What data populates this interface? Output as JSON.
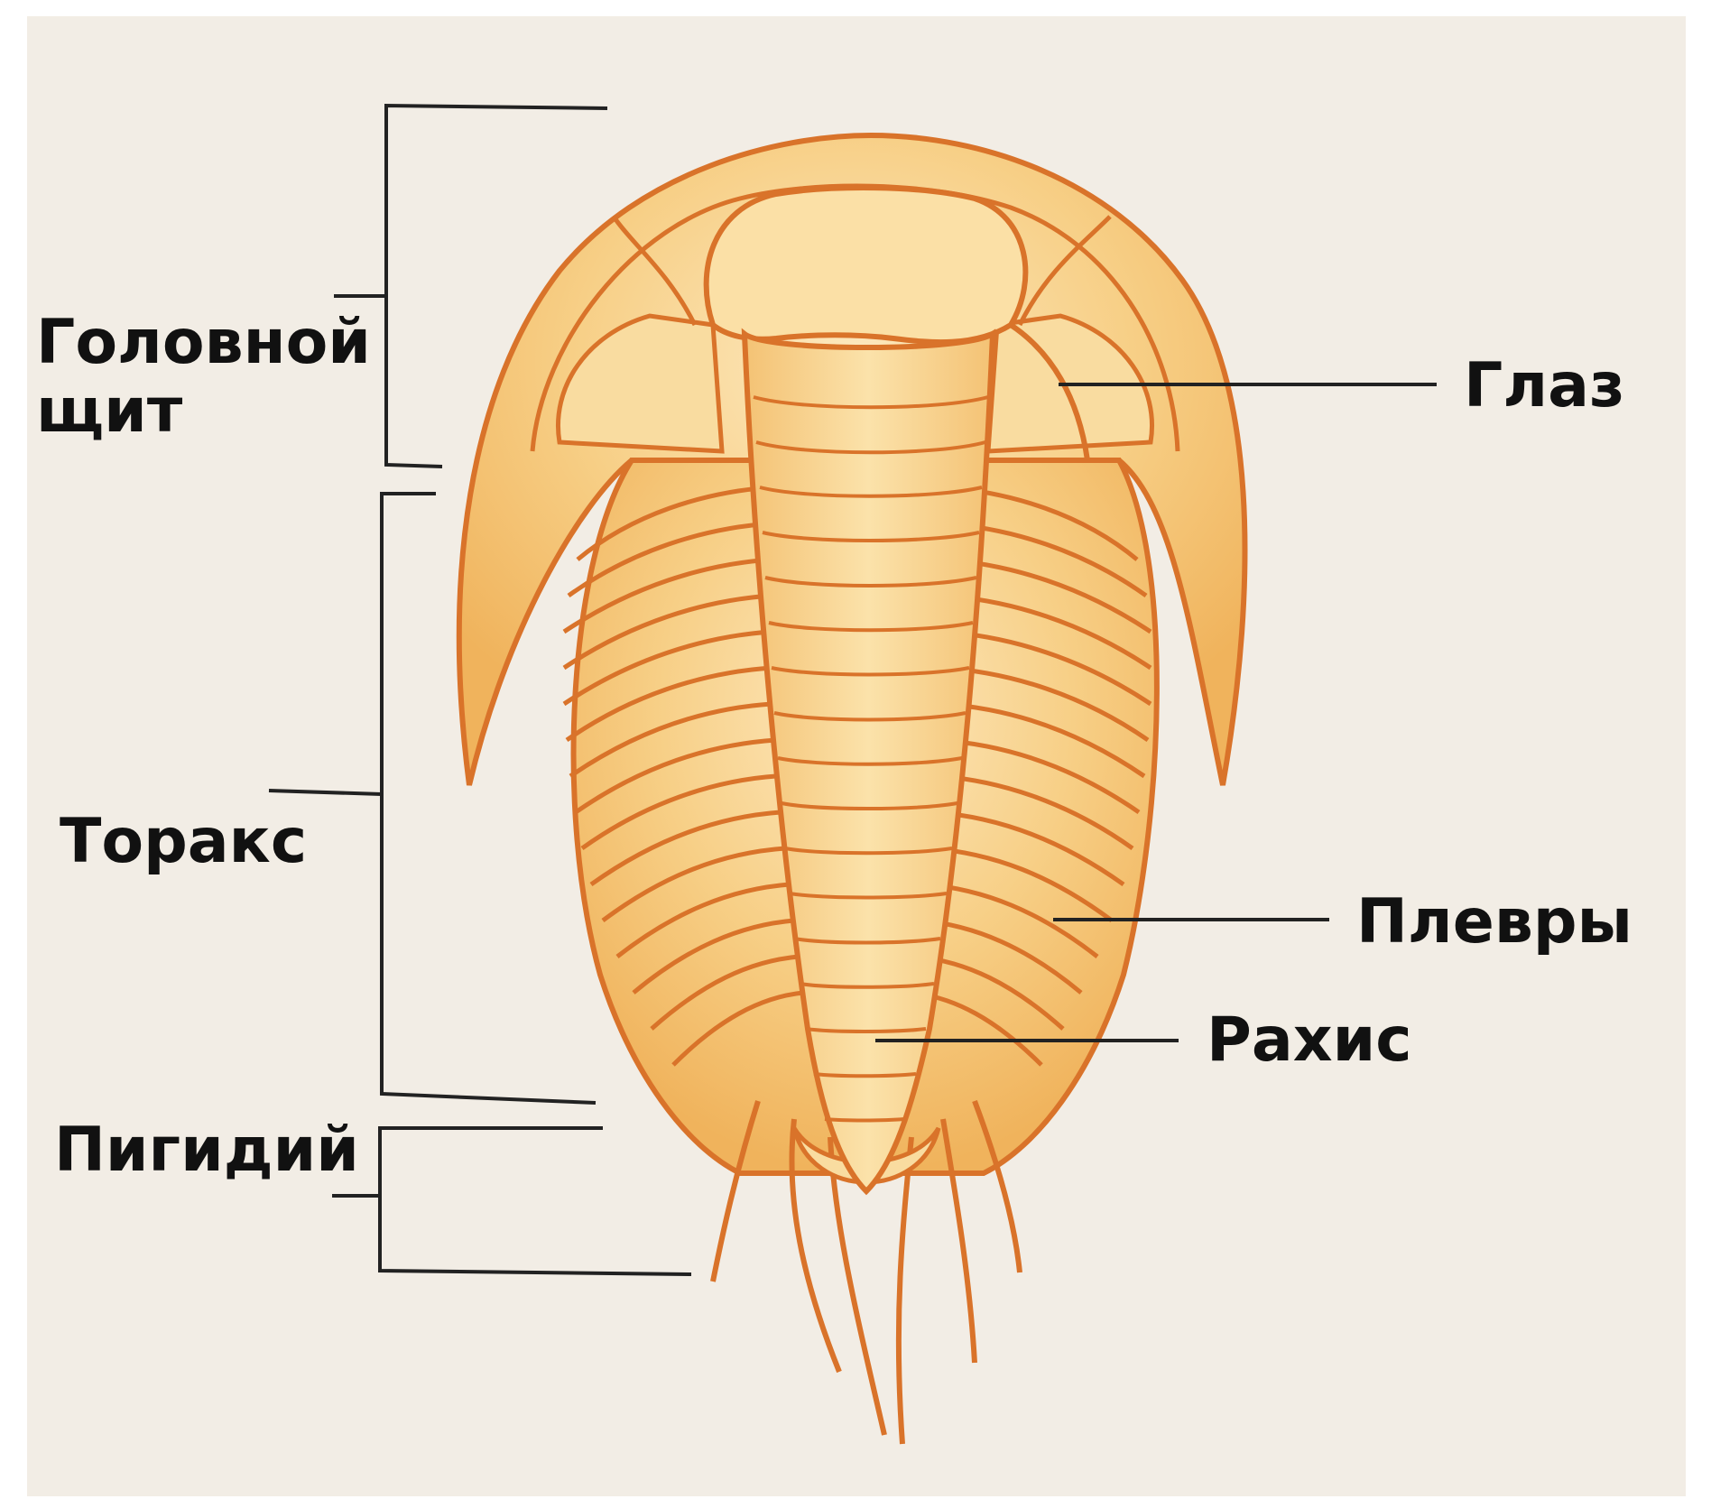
{
  "labels": {
    "head_line1": "Головной",
    "head_line2": "щит",
    "thorax": "Торакс",
    "pygidium": "Пигидий",
    "eye": "Глаз",
    "pleura": "Плевры",
    "rachis": "Рахис"
  },
  "colors": {
    "background": "#f2ede5",
    "body_fill": "#f5c97a",
    "body_outline": "#d9732a",
    "leader_lines": "#111111"
  }
}
